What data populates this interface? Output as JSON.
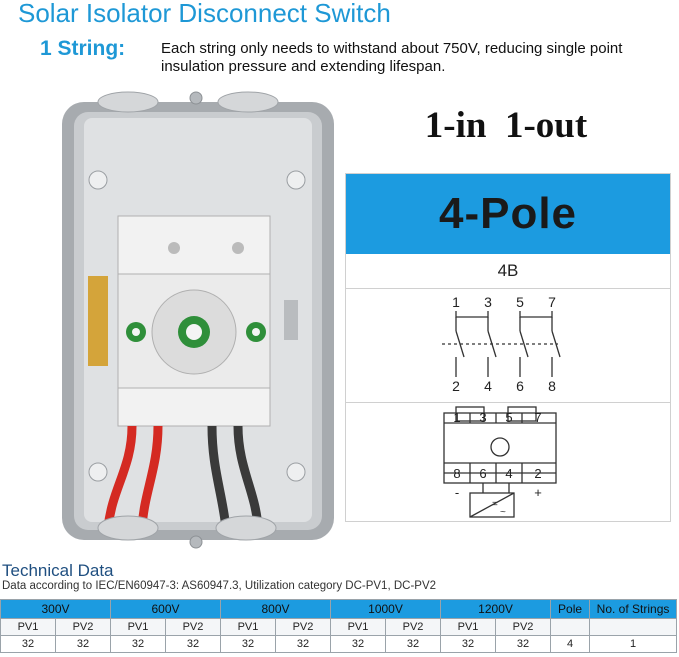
{
  "header": {
    "title": "Solar Isolator Disconnect Switch",
    "string_label": "1 String:",
    "string_description": "Each string only needs to withstand about 750V, reducing single point insulation pressure and extending lifespan."
  },
  "config": {
    "io_label": "1-in  1-out",
    "pole_label": "4-Pole",
    "code": "4B",
    "terminals_top": [
      "1",
      "3",
      "5",
      "7"
    ],
    "terminals_bottom": [
      "2",
      "4",
      "6",
      "8"
    ],
    "block_top": [
      "1",
      "3",
      "5",
      "7"
    ],
    "block_bottom": [
      "8",
      "6",
      "4",
      "2"
    ],
    "polarity_minus": "-",
    "polarity_plus": "+"
  },
  "technical": {
    "title": "Technical Data",
    "subtitle": "Data according to IEC/EN60947-3: AS60947.3, Utilization category DC-PV1, DC-PV2",
    "voltages": [
      "300V",
      "600V",
      "800V",
      "1000V",
      "1200V"
    ],
    "pole_header": "Pole",
    "strings_header": "No. of Strings",
    "sub_headers": [
      "PV1",
      "PV2"
    ],
    "values": [
      "32",
      "32",
      "32",
      "32",
      "32",
      "32",
      "32",
      "32",
      "32",
      "32"
    ],
    "pole_value": "4",
    "strings_value": "1"
  },
  "colors": {
    "accent": "#1e98d6",
    "pole_bg": "#1c9be0",
    "enclosure": "#9ea2a6",
    "cable_red": "#d42a22",
    "cable_black": "#3a3a3a"
  }
}
